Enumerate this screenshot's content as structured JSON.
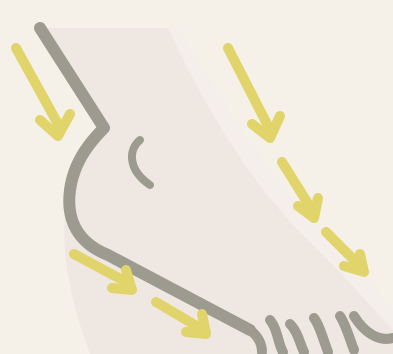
{
  "illustration": {
    "subject": "foot-swelling-icon",
    "colors": {
      "background": "#f5f1e8",
      "skin": "#efe8e2",
      "skin_shadow": "#e8e1da",
      "outline": "#9d9a8f",
      "arrow": "#e0d46a"
    },
    "arrows": [
      {
        "name": "arrow-top-left",
        "direction": "down-right"
      },
      {
        "name": "arrow-top-right",
        "direction": "down-right"
      },
      {
        "name": "arrow-mid-right",
        "direction": "down-right"
      },
      {
        "name": "arrow-lower-right",
        "direction": "down-right"
      },
      {
        "name": "arrow-bottom-left-1",
        "direction": "down-right"
      },
      {
        "name": "arrow-bottom-left-2",
        "direction": "down-right"
      }
    ]
  }
}
